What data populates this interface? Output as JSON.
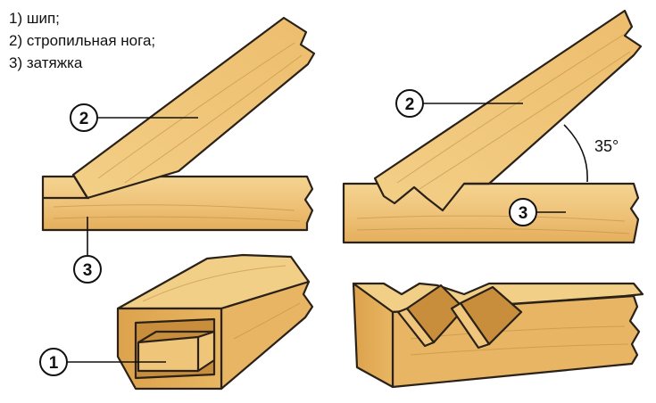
{
  "legend": {
    "item1": "1) шип;",
    "item2": "2) стропильная нога;",
    "item3": "3) затяжка"
  },
  "callouts": {
    "rafter_left": "2",
    "tie_left": "3",
    "tenon": "1",
    "rafter_right": "2",
    "tie_right": "3"
  },
  "angle": {
    "label": "35°",
    "degrees": 35
  },
  "colors": {
    "wood_light": "#f2cf86",
    "wood_mid": "#e8b864",
    "wood_dark": "#d59a42",
    "wood_shadow": "#c78a35",
    "outline": "#2a2118"
  }
}
